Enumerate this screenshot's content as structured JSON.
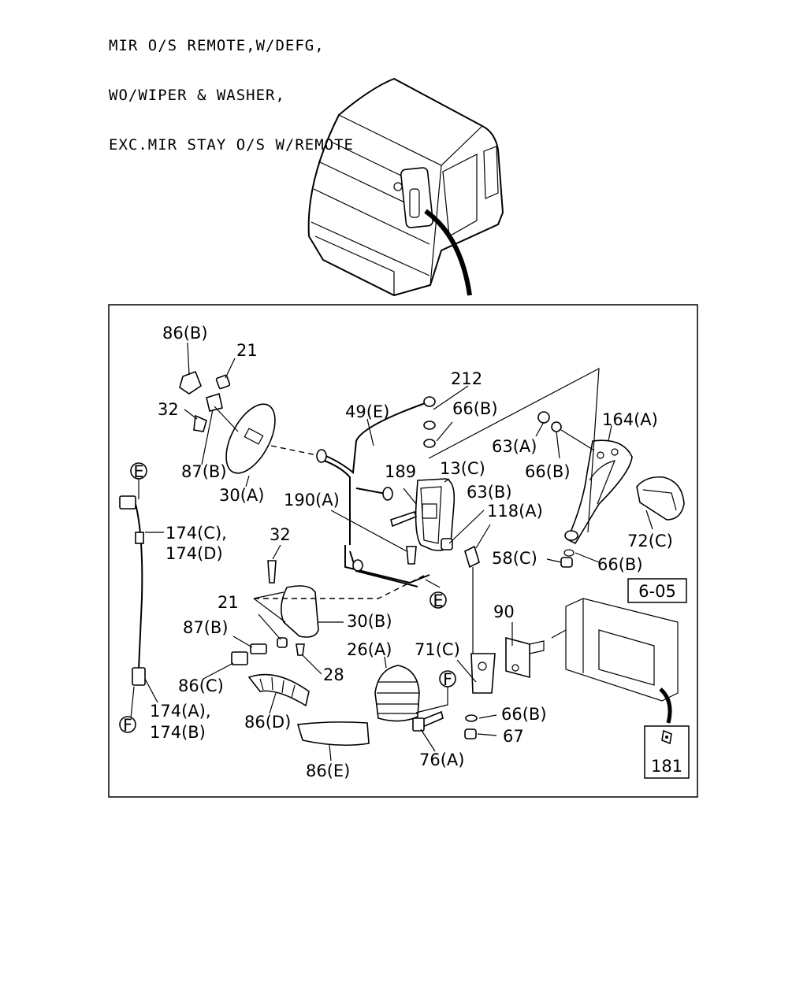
{
  "title_lines": [
    "MIR O/S REMOTE,W/DEFG,",
    "WO/WIPER & WASHER,",
    "EXC.MIR STAY O/S W/REMOTE"
  ],
  "refs": {
    "E": "E",
    "F": "F"
  },
  "ref_box": "6-05",
  "parts": {
    "p86b": "86(B)",
    "p21a": "21",
    "p32a": "32",
    "p87ba": "87(B)",
    "p30a": "30(A)",
    "p49e": "49(E)",
    "p212": "212",
    "p66ba": "66(B)",
    "p63a": "63(A)",
    "p66bb": "66(B)",
    "p164a": "164(A)",
    "p189": "189",
    "p13c": "13(C)",
    "p63b": "63(B)",
    "p118a": "118(A)",
    "p190a": "190(A)",
    "p72c": "72(C)",
    "p174c": "174(C),",
    "p174d": "174(D)",
    "p32b": "32",
    "p58c": "58(C)",
    "p66bc": "66(B)",
    "p21b": "21",
    "p30b": "30(B)",
    "p87bb": "87(B)",
    "p90": "90",
    "p26a": "26(A)",
    "p71c": "71(C)",
    "p28": "28",
    "p86c": "86(C)",
    "p174a": "174(A),",
    "p174b": "174(B)",
    "p86d": "86(D)",
    "p66bd": "66(B)",
    "p67": "67",
    "p76a": "76(A)",
    "p86e": "86(E)",
    "p181": "181"
  }
}
